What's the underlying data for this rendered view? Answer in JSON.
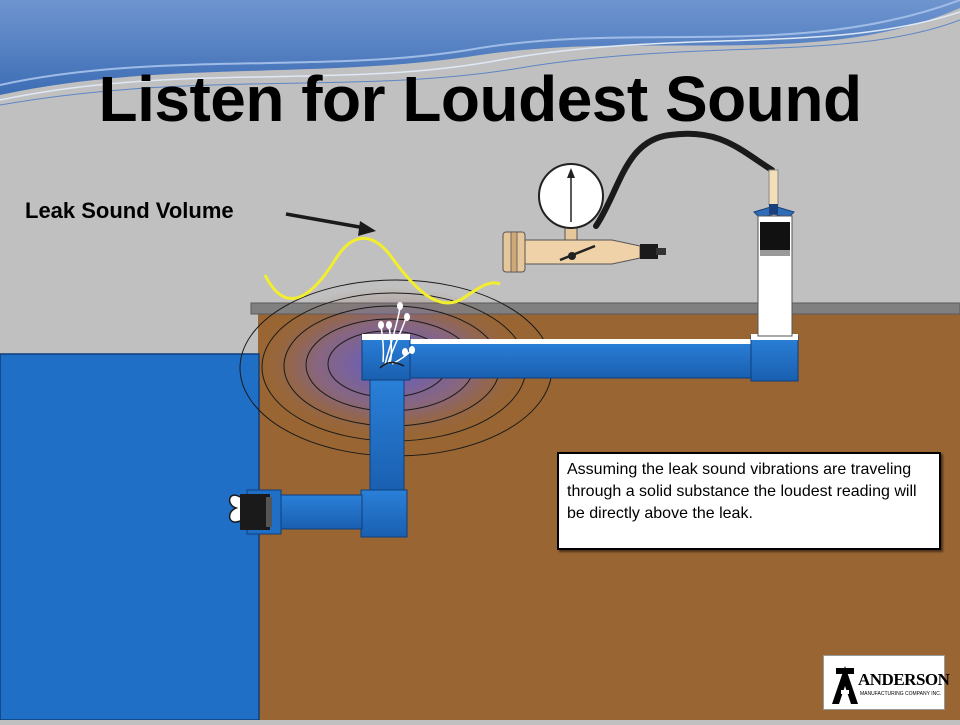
{
  "title": "Listen for Loudest Sound",
  "leak_label": "Leak Sound Volume",
  "note": "Assuming the leak sound vibrations are traveling through a solid substance the loudest reading will be directly above the leak.",
  "logo": {
    "name": "ANDERSON",
    "subtitle": "MANUFACTURING COMPANY INC."
  },
  "colors": {
    "sky_dark": "#5b84c4",
    "ground": "#996633",
    "water": "#1f6fc7",
    "pipe": "#1f6fc7",
    "wave": "#f2ee2e"
  }
}
